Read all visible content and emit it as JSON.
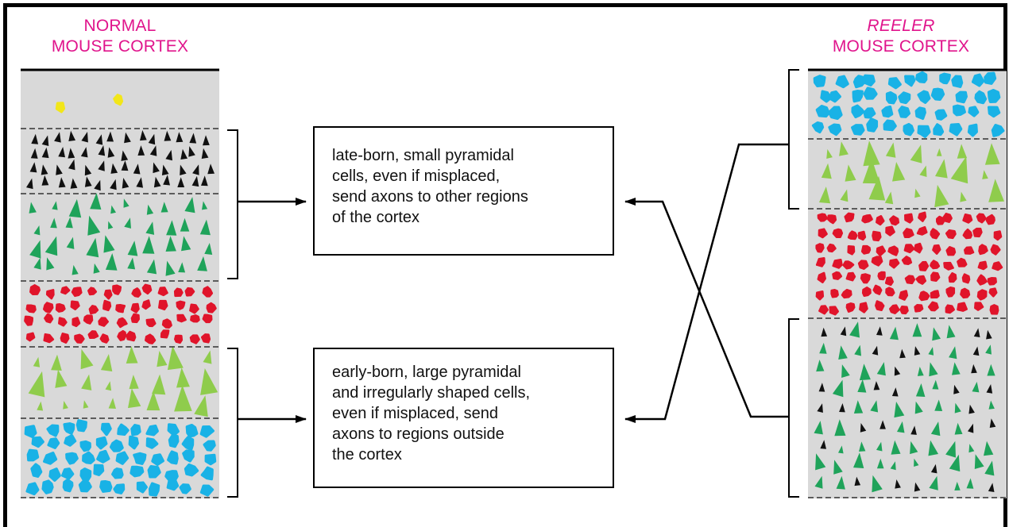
{
  "normal_cortex": {
    "title_line1": "NORMAL",
    "title_line2": "MOUSE CORTEX",
    "layers": [
      "marginal",
      "small-pyramidal-black",
      "pyramidal-dark-green",
      "irregular-red",
      "pyramidal-light-green",
      "irregular-blue"
    ]
  },
  "reeler_cortex": {
    "title_line1": "REELER",
    "title_line2": "MOUSE CORTEX",
    "layers": [
      "irregular-blue",
      "pyramidal-light-green",
      "irregular-red",
      "mixed-dark-green-black"
    ]
  },
  "box_late": {
    "lines": [
      "late-born, small pyramidal",
      "cells, even if misplaced,",
      "send axons to other regions",
      "of the cortex"
    ]
  },
  "box_early": {
    "lines": [
      "early-born, large pyramidal",
      "and irregularly shaped cells,",
      "even if misplaced, send",
      "axons to regions outside",
      "the cortex"
    ]
  },
  "colors": {
    "title": "#e0148c",
    "layer_bg": "#d9d9d9",
    "black_cells": "#111111",
    "dark_green_cells": "#1fa35a",
    "light_green_cells": "#8fcc4c",
    "red_cells": "#e0142a",
    "blue_cells": "#19b2e6",
    "yellow_cells": "#f2e61a"
  }
}
